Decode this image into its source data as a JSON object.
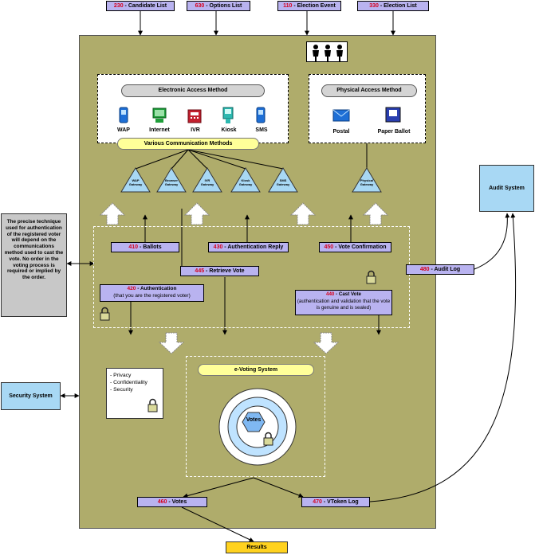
{
  "inputs": [
    {
      "num": "230",
      "label": " - Candidate List"
    },
    {
      "num": "630",
      "label": " - Options List"
    },
    {
      "num": "110",
      "label": " - Election Event"
    },
    {
      "num": "330",
      "label": " - Election List"
    }
  ],
  "electronic": {
    "title": "Electronic Access Method",
    "methods": [
      "WAP",
      "Internet",
      "IVR",
      "Kiosk",
      "SMS"
    ],
    "comm": "Various Communication Methods"
  },
  "physical": {
    "title": "Physical Access Method",
    "methods": [
      "Postal",
      "Paper Ballot"
    ]
  },
  "gateways": [
    [
      "WAP",
      "Gateway"
    ],
    [
      "Browser",
      "Gateway"
    ],
    [
      "IVR",
      "Gateway"
    ],
    [
      "Kiosk",
      "Gateway"
    ],
    [
      "SMS",
      "Gateway"
    ],
    [
      "Physical",
      "Gateway"
    ]
  ],
  "side_note": "The precise technique used for authentication of the registered voter will depend on the communications method used to cast the vote.  No order in the voting process is required or implied by the order.",
  "flows": {
    "ballots": {
      "num": "410",
      "label": " - Ballots"
    },
    "auth_reply": {
      "num": "430",
      "label": " - Authentication Reply"
    },
    "vote_conf": {
      "num": "450",
      "label": " - Vote Confirmation"
    },
    "retrieve": {
      "num": "445",
      "label": " - Retrieve Vote"
    },
    "auth": {
      "num": "420",
      "label": " - Authentication",
      "sub": "(that you are the registered voter)"
    },
    "cast": {
      "num": "440",
      "label": " - Cast Vote",
      "sub": "(authentication and validation that the vote is genuine and is sealed)"
    },
    "audit_log": {
      "num": "480",
      "label": " - Audit Log"
    },
    "votes": {
      "num": "460",
      "label": " - Votes"
    },
    "vtoken": {
      "num": "470",
      "label": " - VToken Log"
    }
  },
  "audit_system": "Audit System",
  "security_system": "Security System",
  "security_items": [
    "- Privacy",
    "- Confidentiality",
    "- Security"
  ],
  "evoting": {
    "title": "e-Voting System",
    "core": "Votes"
  },
  "results": "Results"
}
